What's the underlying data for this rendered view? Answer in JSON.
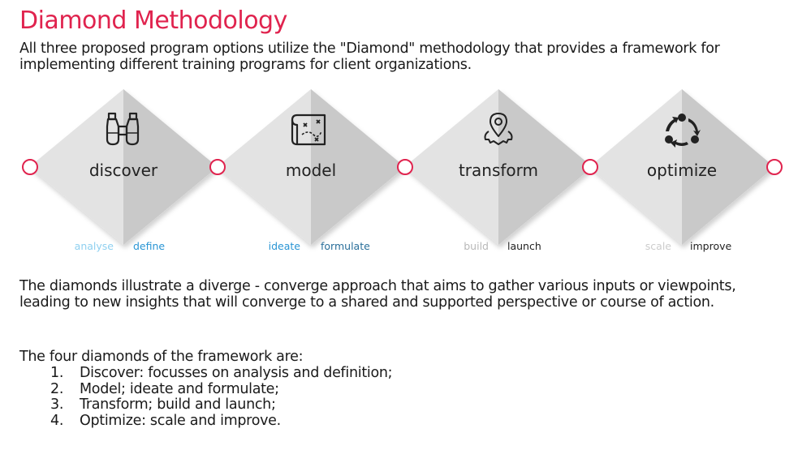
{
  "title": "Diamond Methodology",
  "intro": "All three proposed program options utilize the \"Diamond\" methodology that provides a framework for implementing different training programs for client organizations.",
  "diamonds": [
    {
      "label": "discover",
      "icon": "binoculars-icon",
      "phase_a": "analyse",
      "phase_b": "define",
      "phase_a_color": "#8fd0f0",
      "phase_b_color": "#2a95d4"
    },
    {
      "label": "model",
      "icon": "map-icon",
      "phase_a": "ideate",
      "phase_b": "formulate",
      "phase_a_color": "#2a95d4",
      "phase_b_color": "#2a6f9a"
    },
    {
      "label": "transform",
      "icon": "location-gear-icon",
      "phase_a": "build",
      "phase_b": "launch",
      "phase_a_color": "#b8b8b8",
      "phase_b_color": "#222222"
    },
    {
      "label": "optimize",
      "icon": "cycle-arrows-icon",
      "phase_a": "scale",
      "phase_b": "improve",
      "phase_a_color": "#cccccc",
      "phase_b_color": "#222222"
    }
  ],
  "colors": {
    "title": "#e0234e",
    "connector_ring": "#e0234e",
    "diamond_light": "#e3e3e3",
    "diamond_dark": "#c9c9c9"
  },
  "body": "The diamonds illustrate a diverge - converge approach that aims to gather various inputs or viewpoints, leading to new insights that will converge to a shared and supported perspective or course of action.",
  "list_intro": "The four diamonds of the framework are:",
  "steps": [
    {
      "num": "1.",
      "text": "Discover: focusses on analysis and definition;"
    },
    {
      "num": "2.",
      "text": "Model; ideate and formulate;"
    },
    {
      "num": "3.",
      "text": "Transform; build and launch;"
    },
    {
      "num": "4.",
      "text": "Optimize: scale and improve."
    }
  ]
}
